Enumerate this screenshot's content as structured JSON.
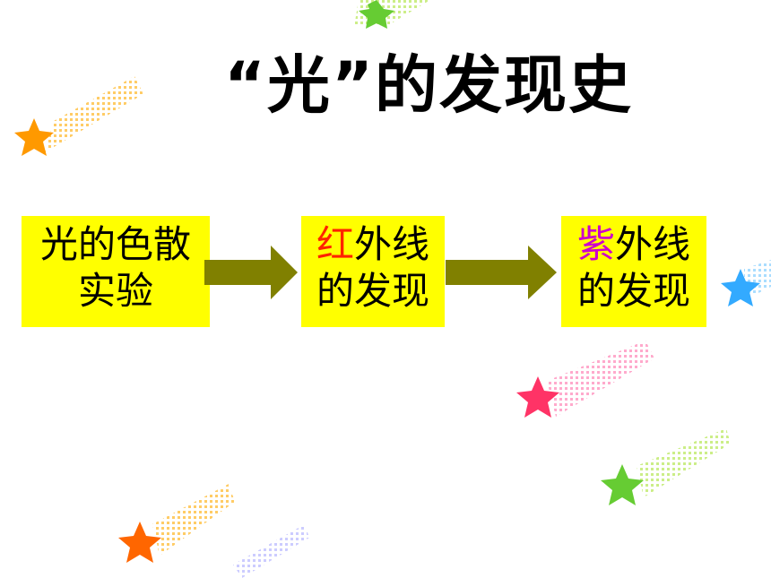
{
  "title": {
    "open_quote": "“",
    "keyword": "光",
    "close_quote": "”",
    "rest": "的发现史"
  },
  "flow": [
    {
      "lines": [
        "光的色散",
        "实验"
      ]
    },
    {
      "highlight": "红",
      "highlight_color": "#ff2200",
      "line1_rest": "外线",
      "line2": "的发现"
    },
    {
      "highlight": "紫",
      "highlight_color": "#cc00cc",
      "line1_rest": "外线",
      "line2": "的发现"
    }
  ],
  "colors": {
    "box_fill": "#ffff00",
    "arrow": "#808000",
    "stars": [
      "#ff9900",
      "#66cc33",
      "#ff3366",
      "#33aaff",
      "#ff6600",
      "#9999ff"
    ]
  },
  "icons": [
    "shooting-star-icon",
    "right-arrow-icon"
  ]
}
